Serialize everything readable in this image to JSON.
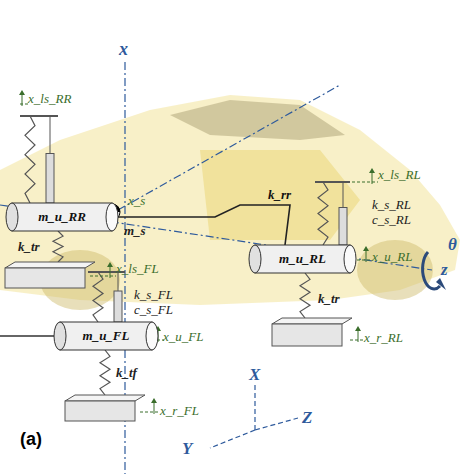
{
  "diagram": {
    "nodes": [
      {
        "text": [
          "m_u_RR"
        ]
      },
      {
        "text": [
          "m_u_RL"
        ]
      },
      {
        "text": [
          "m_u_FL"
        ]
      }
    ],
    "edges": [
      {
        "from": 0,
        "to": 1,
        "arrow": "none",
        "label": "k_rr"
      }
    ],
    "labels": [
      "x",
      "x_ls_RR",
      "k_tr",
      "x_s",
      "m_s",
      "x_ls_RL",
      "k_s_RL",
      "c_s_RL",
      "x_u_RL",
      "k_tr",
      "x_r_RL",
      "θ",
      "z",
      "x_ls_FL",
      "k_s_FL",
      "c_s_FL",
      "x_u_FL",
      "k_tf",
      "x_r_FL",
      "X",
      "Y",
      "Z",
      "(a)"
    ]
  }
}
